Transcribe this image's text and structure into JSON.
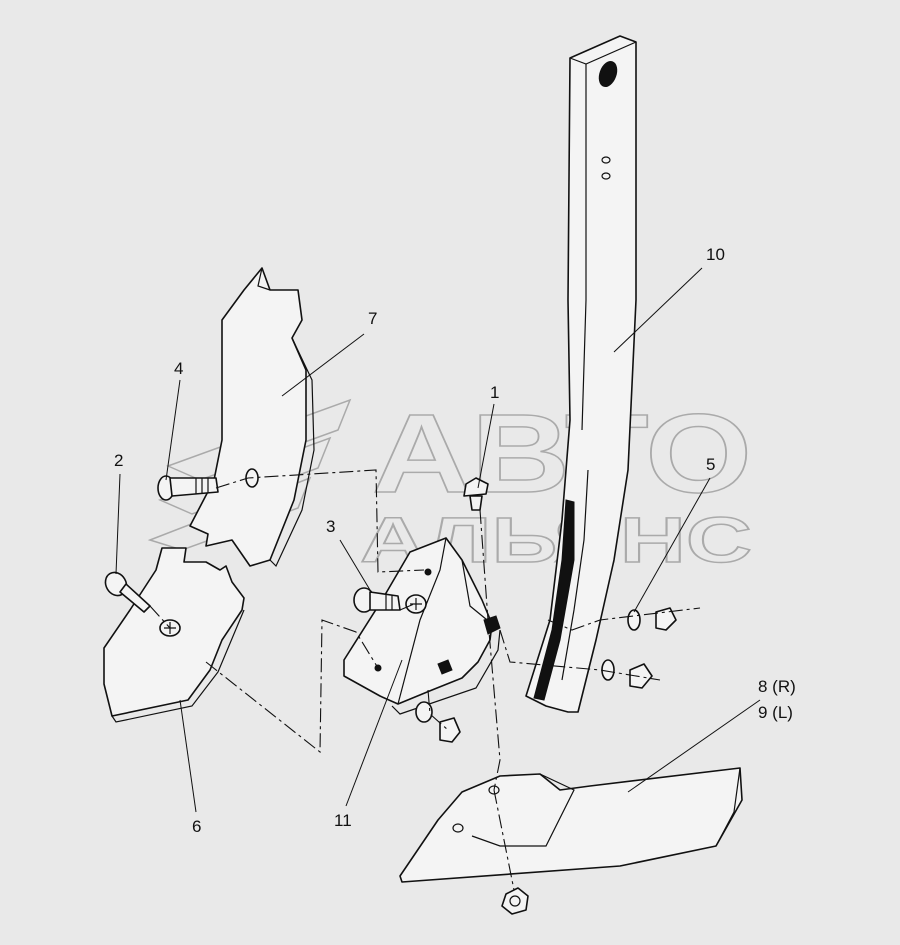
{
  "watermark": {
    "line1": "АВТО",
    "line2": "АЛЬЯНС"
  },
  "callouts": {
    "c1": "1",
    "c2": "2",
    "c3": "3",
    "c4": "4",
    "c5": "5",
    "c6": "6",
    "c7": "7",
    "c8": "8 (R)",
    "c9": "9 (L)",
    "c10": "10",
    "c11": "11"
  },
  "colors": {
    "background": "#e9e9e9",
    "ink": "#111111",
    "watermark": "#aaaaaa"
  }
}
